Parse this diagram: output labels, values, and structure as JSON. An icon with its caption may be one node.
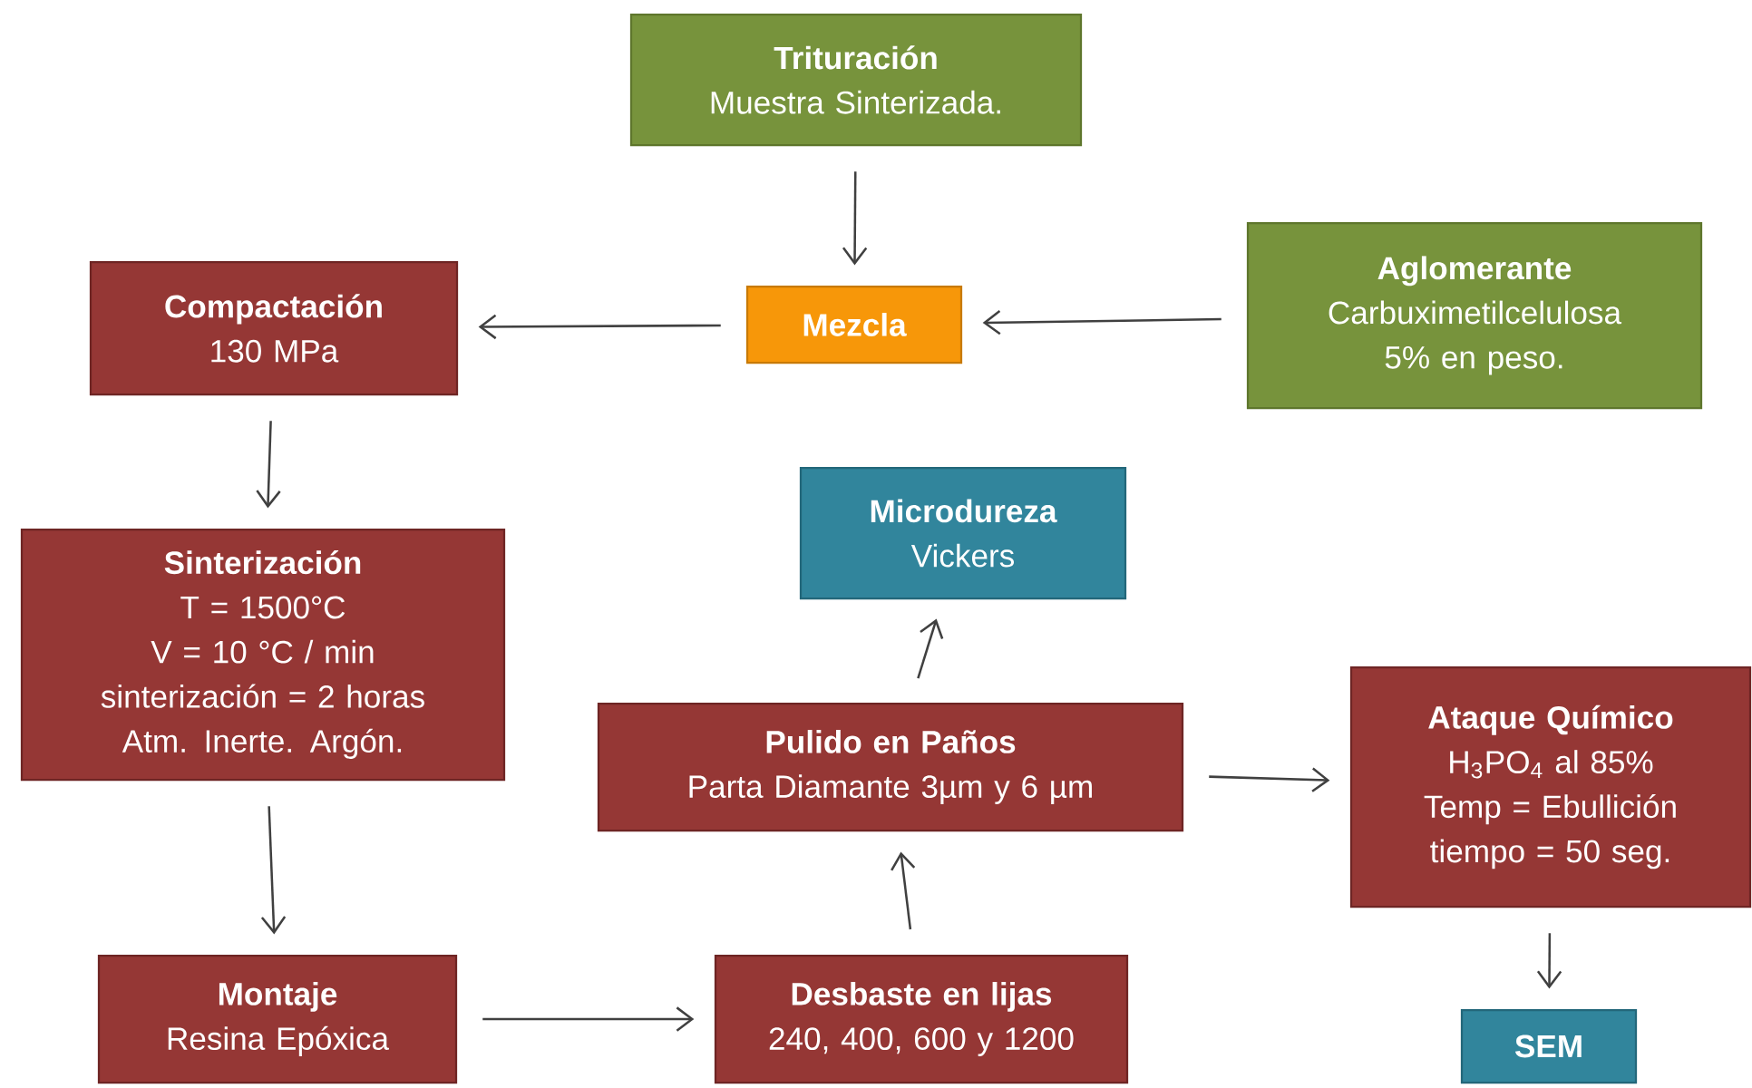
{
  "diagram": {
    "nodes": [
      {
        "text": [
          "Trituración",
          "Muestra Sinterizada."
        ]
      },
      {
        "text": [
          "Aglomerante",
          "Carbuximetilcelulosa 5% en peso."
        ]
      },
      {
        "text": [
          "Mezcla"
        ]
      },
      {
        "text": [
          "Compactación",
          "130 MPa"
        ]
      },
      {
        "text": [
          "Sinterización",
          "T = 1500°C",
          "V = 10 °C / min",
          "sinterización = 2 horas",
          "Atm. Inerte. Argón."
        ]
      },
      {
        "text": [
          "Microdureza",
          "Vickers"
        ]
      },
      {
        "text": [
          "Pulido en Paños",
          "Parta Diamante 3µm y 6 µm"
        ]
      },
      {
        "text": [
          "Ataque Químico",
          "H$_{3}$PO$_{4}$ al 85%",
          "Temp = Ebullición",
          "tiempo = 50 seg."
        ]
      },
      {
        "text": [
          "Montaje",
          "Resina Epóxica"
        ]
      },
      {
        "text": [
          "Desbaste en lijas",
          "240, 400, 600 y 1200"
        ]
      },
      {
        "text": [
          "SEM"
        ]
      }
    ],
    "edges": [
      {
        "from": 0,
        "to": 2,
        "arrow": "to"
      },
      {
        "from": 1,
        "to": 2,
        "arrow": "to"
      },
      {
        "from": 2,
        "to": 3,
        "arrow": "to"
      },
      {
        "from": 3,
        "to": 4,
        "arrow": "to"
      },
      {
        "from": 4,
        "to": 8,
        "arrow": "to"
      },
      {
        "from": 8,
        "to": 9,
        "arrow": "to"
      },
      {
        "from": 9,
        "to": 6,
        "arrow": "to"
      },
      {
        "from": 6,
        "to": 5,
        "arrow": "to"
      },
      {
        "from": 6,
        "to": 7,
        "arrow": "to"
      },
      {
        "from": 7,
        "to": 10,
        "arrow": "to"
      }
    ]
  }
}
